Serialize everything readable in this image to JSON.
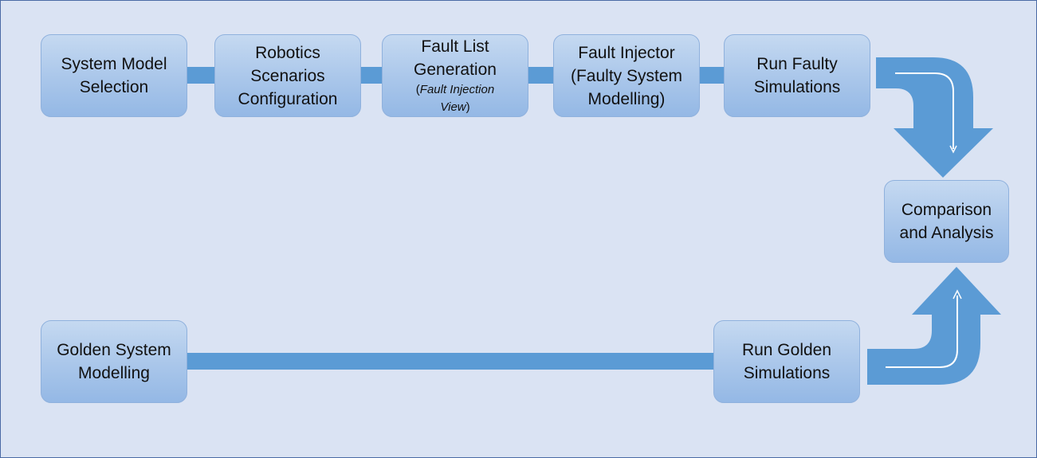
{
  "colors": {
    "background": "#dae3f3",
    "frame": "#4a6aa5",
    "connector": "#5b9bd5",
    "box_top": "#c5d9f1",
    "box_bottom": "#94b8e5",
    "box_border": "#8fb1dd"
  },
  "steps": {
    "system_model_selection": {
      "lines": [
        "System Model",
        "Selection"
      ]
    },
    "robotics_scenarios_configuration": {
      "lines": [
        "Robotics",
        "Scenarios",
        "Configuration"
      ]
    },
    "fault_list_generation": {
      "lines": [
        "Fault List",
        "Generation"
      ],
      "note_open": "(",
      "note_italic_1": "Fault Injection",
      "note_italic_2": "View",
      "note_close": ")"
    },
    "fault_injector": {
      "lines": [
        "Fault Injector",
        "(Faulty System",
        "Modelling)"
      ]
    },
    "run_faulty_simulations": {
      "lines": [
        "Run Faulty",
        "Simulations"
      ]
    },
    "comparison_and_analysis": {
      "lines": [
        "Comparison",
        "and Analysis"
      ]
    },
    "golden_system_modelling": {
      "lines": [
        "Golden System",
        "Modelling"
      ]
    },
    "run_golden_simulations": {
      "lines": [
        "Run Golden",
        "Simulations"
      ]
    }
  },
  "icons": {
    "top_arrow": "curved-down-arrow-icon",
    "bottom_arrow": "curved-up-arrow-icon"
  }
}
